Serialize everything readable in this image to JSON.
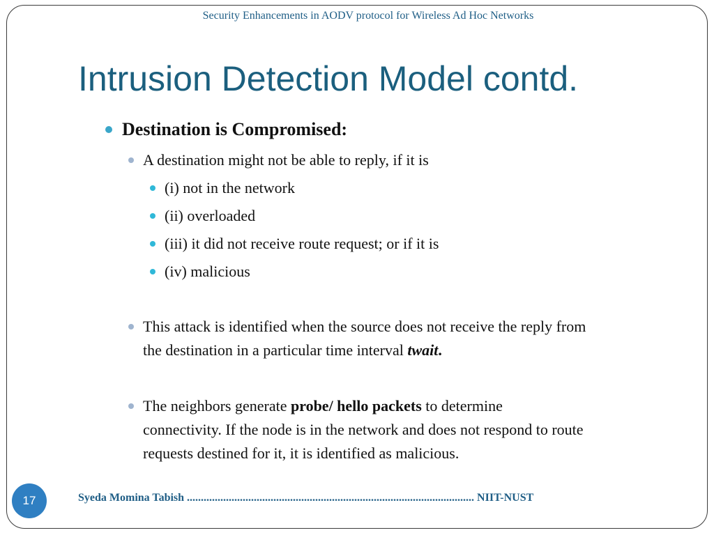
{
  "header": {
    "subtitle": "Security Enhancements in AODV protocol for Wireless Ad Hoc Networks"
  },
  "title": "Intrusion Detection Model contd.",
  "content": {
    "heading": "Destination is Compromised:",
    "intro": "A destination might not be able to reply, if it is",
    "reasons": [
      "(i) not in the network",
      "(ii) overloaded",
      "(iii) it did not receive route request; or if it is",
      "(iv) malicious"
    ],
    "para1": {
      "line1": "This attack is identified when the source does not receive the reply from",
      "line2_prefix": "the destination in a particular time interval ",
      "line2_emphasis": "twait",
      "line2_suffix": "."
    },
    "para2": {
      "line1_prefix": "The neighbors generate ",
      "line1_bold": "probe/ hello packets",
      "line1_suffix": " to determine",
      "line2": "connectivity. If the node is in the network and does not respond to route",
      "line3": "requests destined for it, it is identified as malicious."
    }
  },
  "footer": {
    "page_number": "17",
    "text": "Syeda Momina Tabish ....................................................................................................... NIIT-NUST"
  },
  "colors": {
    "title": "#1b5f7e",
    "header": "#1f5e86",
    "bullet_level1": "#3aa6c9",
    "bullet_level2": "#9fb4cf",
    "bullet_level3": "#2fb8d8",
    "page_circle": "#2f7fc2"
  }
}
